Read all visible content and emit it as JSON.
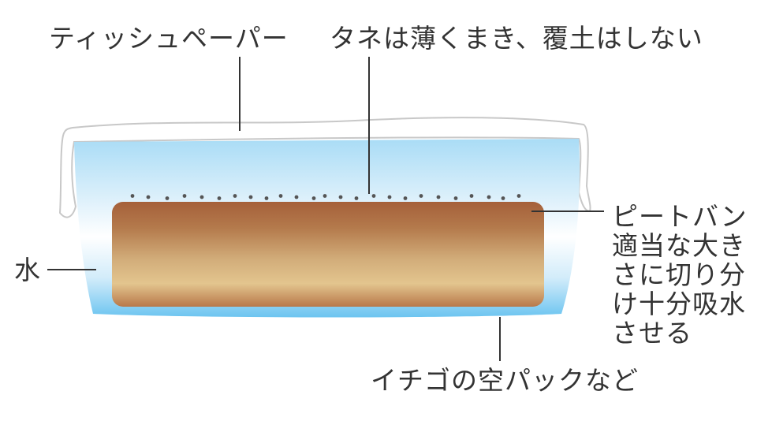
{
  "labels": {
    "tissue": "ティッシュペーパー",
    "seeds": "タネは薄くまき、覆土はしない",
    "water": "水",
    "pack": "イチゴの空パックなど",
    "peat_lines": [
      "ピートバン",
      "適当な大き",
      "さに切り分",
      "け十分吸水",
      "させる"
    ]
  },
  "colors": {
    "water_top": "#a9dcf6",
    "water_bottom": "#6cc4f0",
    "peat_top": "#a5603a",
    "peat_mid": "#e3c58e",
    "tissue_edge": "#c8c8c8",
    "seed": "#555555",
    "leader_line": "#333333"
  }
}
